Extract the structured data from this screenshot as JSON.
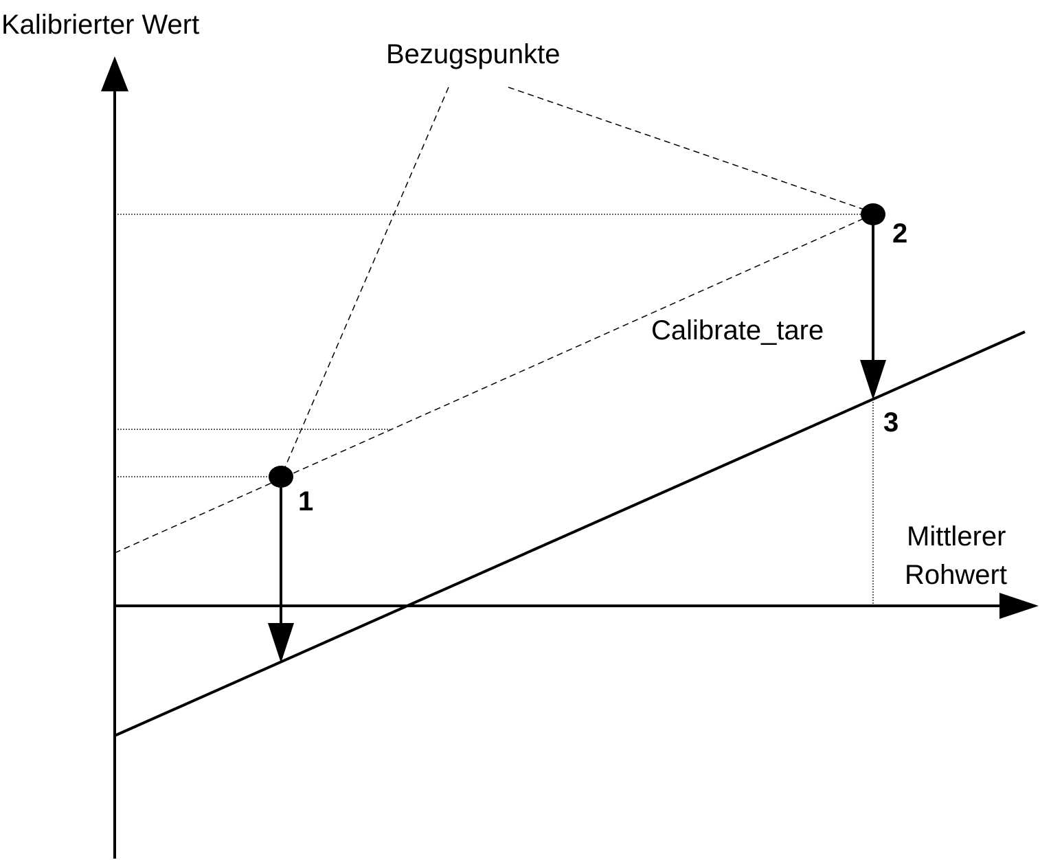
{
  "labels": {
    "y_axis": "Kalibrierter Wert",
    "x_axis_line1": "Mittlerer",
    "x_axis_line2": "Rohwert",
    "reference_points": "Bezugspunkte",
    "calibrate_tare": "Calibrate_tare",
    "point_1": "1",
    "point_2": "2",
    "point_3": "3"
  },
  "colors": {
    "stroke": "#000000",
    "background": "#ffffff"
  }
}
